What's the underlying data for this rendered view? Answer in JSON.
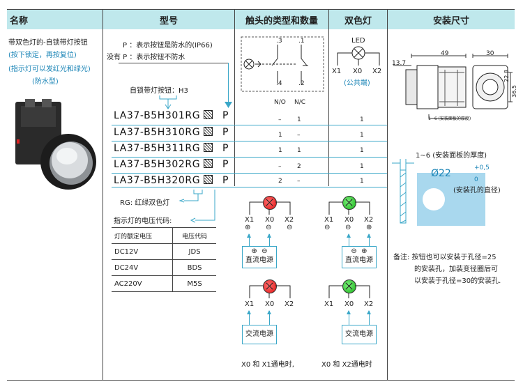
{
  "headers": {
    "name": "名称",
    "model": "型号",
    "contacts": "触头的类型和数量",
    "lamp": "双色灯",
    "mount": "安装尺寸"
  },
  "name_col": {
    "line1": "带双色灯的-自锁带灯按钮",
    "line2": "(按下锁定，再按复位)",
    "line3": "(指示灯可以发红光和绿光)",
    "line4": "(防水型)"
  },
  "model_col": {
    "p_note": "P ：表示按钮是防水的(IP66)",
    "no_p_note": "没有 P ：表示按钮不防水",
    "latch_label": "自锁带灯按钮：H3",
    "rg_label": "RG: 红绿双色灯",
    "voltage_label": "指示灯的电压代码:",
    "p_suffix": "P",
    "models": [
      "LA37-B5H301RG",
      "LA37-B5H310RG",
      "LA37-B5H311RG",
      "LA37-B5H302RG",
      "LA37-B5H320RG"
    ],
    "voltage_table": {
      "headers": [
        "灯的额定电压",
        "电压代码"
      ],
      "rows": [
        [
          "DC12V",
          "JDS"
        ],
        [
          "DC24V",
          "BDS"
        ],
        [
          "AC220V",
          "M5S"
        ]
      ]
    }
  },
  "contacts_col": {
    "t3": ".3",
    "t1": ".1",
    "t4": ".4",
    "t2": ".2",
    "no": "N/O",
    "nc": "N/C",
    "rows": [
      [
        "–",
        "1"
      ],
      [
        "1",
        "–"
      ],
      [
        "1",
        "1"
      ],
      [
        "–",
        "2"
      ],
      [
        "2",
        "–"
      ]
    ]
  },
  "lamp_col": {
    "led": "LED",
    "x1": "X1",
    "x0": "X0",
    "x2": "X2",
    "common": "(公共端)",
    "counts": [
      "1",
      "1",
      "1",
      "1",
      "1"
    ]
  },
  "circuits": {
    "x1": "X1",
    "x0": "X0",
    "x2": "X2",
    "plus": "⊕",
    "minus": "⊖",
    "dc": "直流电源",
    "ac": "交流电源",
    "cap1": "X0 和 X1通电时,",
    "cap2": "X0 和 X2通电时"
  },
  "mount_col": {
    "dim_49": "49",
    "dim_30": "30",
    "dim_137": "13.7",
    "dim_228": "22.8",
    "dim_365": "36.5",
    "panel_note": "1~6 (安装面板的厚度)",
    "small_note": "1~6 (安装面板的厚度)",
    "hole_dia": "Ø22",
    "tol_up": "+0,5",
    "tol_down": "0",
    "hole_note": "(安装孔的直径)",
    "remark1": "备注: 按钮也可以安装于孔径=25",
    "remark2": "的安装孔，加装变径圈后可",
    "remark3": "以安装于孔径=30的安装孔."
  }
}
